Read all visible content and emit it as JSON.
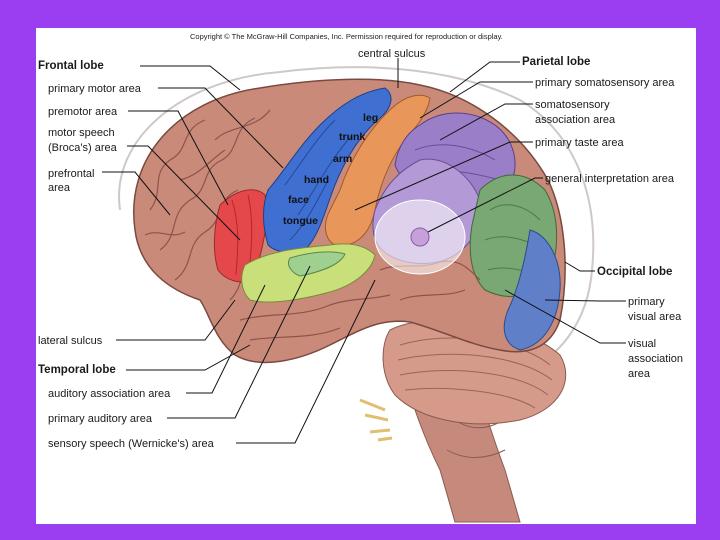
{
  "copyright": "Copyright © The McGraw-Hill Companies, Inc. Permission required for reproduction or display.",
  "colors": {
    "background_border": "#9b3df0",
    "brain_tissue": "#c98a7a",
    "primary_motor": "#3f6fd0",
    "somatosensory": "#e8965a",
    "somatosensory_association": "#9a7ec8",
    "premotor": "#e4484a",
    "auditory": "#c9e07a",
    "visual": "#5f7fc8",
    "visual_association": "#7aa874",
    "cerebellum": "#d59a8a"
  },
  "labels": {
    "left": {
      "frontal_lobe": "Frontal lobe",
      "primary_motor_area": "primary motor area",
      "premotor_area": "premotor area",
      "motor_speech_1": "motor speech",
      "motor_speech_2": "(Broca's) area",
      "prefrontal_1": "prefrontal",
      "prefrontal_2": "area",
      "lateral_sulcus": "lateral sulcus",
      "temporal_lobe": "Temporal lobe",
      "auditory_association_area": "auditory association area",
      "primary_auditory_area": "primary auditory area",
      "sensory_speech": "sensory speech (Wernicke's) area"
    },
    "top": {
      "central_sulcus": "central sulcus"
    },
    "right": {
      "parietal_lobe": "Parietal lobe",
      "primary_somatosensory_area": "primary somatosensory area",
      "somatosensory_association_1": "somatosensory",
      "somatosensory_association_2": "association area",
      "primary_taste_area": "primary taste area",
      "general_interpretation_area": "general interpretation area",
      "occipital_lobe": "Occipital lobe",
      "primary_visual_1": "primary",
      "primary_visual_2": "visual area",
      "visual_association_1": "visual",
      "visual_association_2": "association",
      "visual_association_3": "area"
    },
    "inner": {
      "leg": "leg",
      "trunk": "trunk",
      "arm": "arm",
      "hand": "hand",
      "face": "face",
      "tongue": "tongue"
    }
  }
}
